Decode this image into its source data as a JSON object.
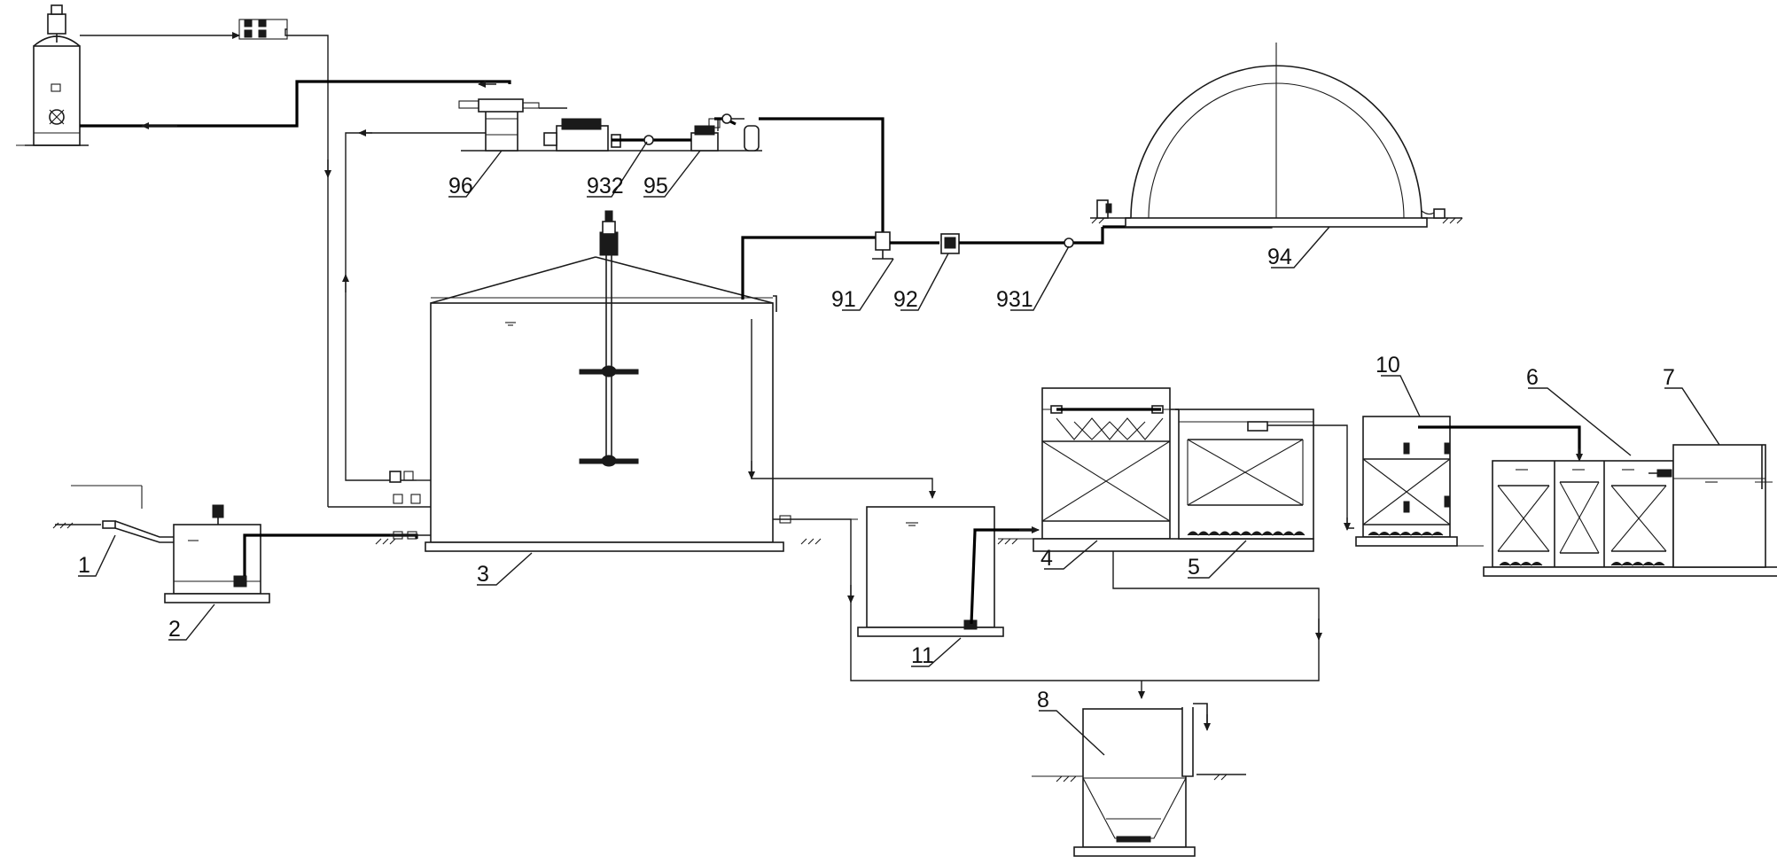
{
  "labels": {
    "l1": "1",
    "l2": "2",
    "l3": "3",
    "l4": "4",
    "l5": "5",
    "l6": "6",
    "l7": "7",
    "l8": "8",
    "l10": "10",
    "l11": "11",
    "l91": "91",
    "l92": "92",
    "l931": "931",
    "l932": "932",
    "l94": "94",
    "l95": "95",
    "l96": "96"
  }
}
